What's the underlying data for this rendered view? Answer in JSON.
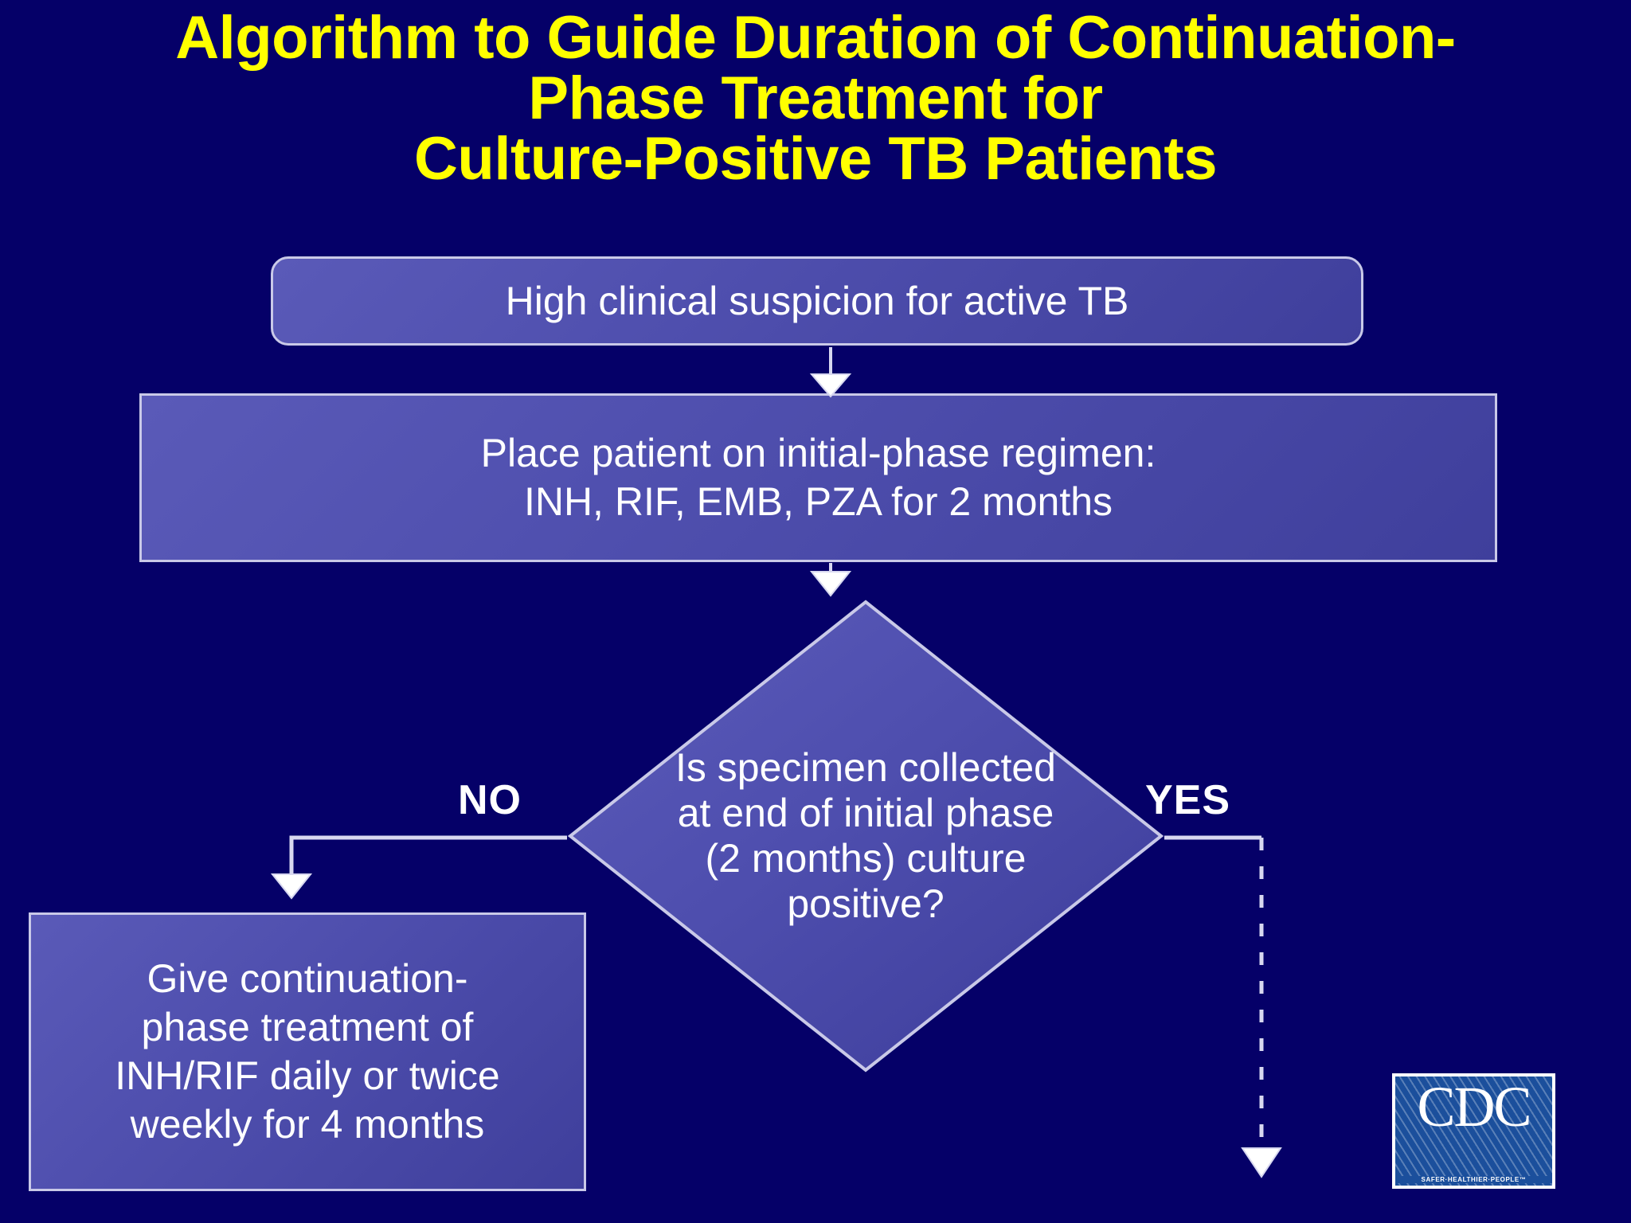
{
  "slide": {
    "background_color": "#050068",
    "title": {
      "color": "#ffff00",
      "line1": "Algorithm to Guide Duration of Continuation-",
      "line2": "Phase Treatment for",
      "line3": "Culture-Positive TB Patients"
    }
  },
  "flowchart": {
    "node_fill_color": "#4f4fae",
    "node_border_color": "#c9c9e8",
    "connector_color": "#d8d8f0",
    "nodes": {
      "suspicion": {
        "shape": "rounded-rectangle",
        "text": "High clinical suspicion for active TB"
      },
      "regimen": {
        "shape": "rectangle",
        "line1": "Place patient on initial-phase regimen:",
        "line2": "INH, RIF, EMB, PZA for 2 months"
      },
      "decision": {
        "shape": "diamond",
        "text": "Is specimen collected at end of initial phase (2 months) culture positive?"
      },
      "treatment": {
        "shape": "rectangle",
        "line1": "Give continuation-",
        "line2": "phase treatment of",
        "line3": "INH/RIF daily or twice",
        "line4": "weekly for 4 months"
      }
    },
    "branches": {
      "no_label": "NO",
      "yes_label": "YES",
      "no_line_style": "solid",
      "yes_line_style": "dashed"
    }
  },
  "logo": {
    "name": "CDC",
    "letters": "CDC",
    "tagline": "SAFER·HEALTHIER·PEOPLE™",
    "plate_color": "#1b4f9c"
  }
}
